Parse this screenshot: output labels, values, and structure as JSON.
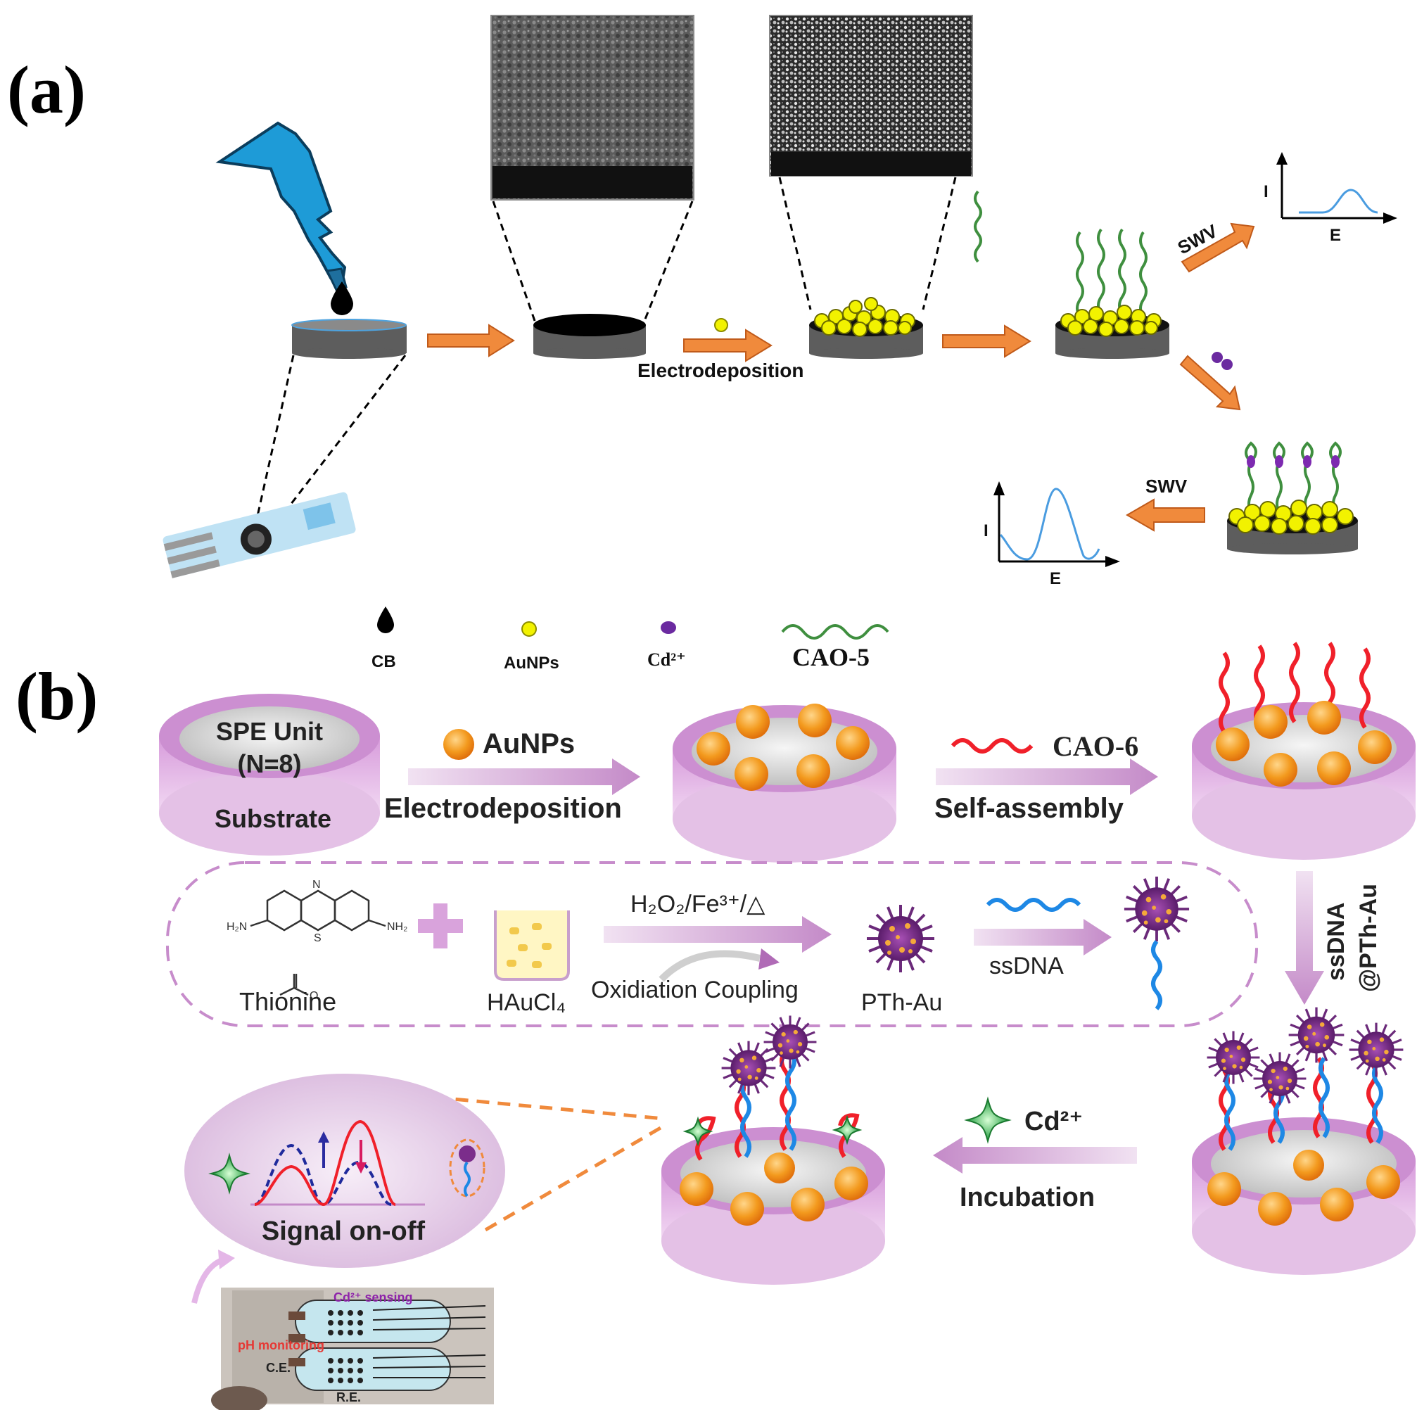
{
  "panel_a": {
    "label": "(a)",
    "electrodeposition_label": "Electrodeposition",
    "swv_top": "SWV",
    "swv_bottom": "SWV",
    "axis_i": "I",
    "axis_e": "E",
    "legend": {
      "cb": "CB",
      "aunps": "AuNPs",
      "cd": "Cd²⁺",
      "cao5": "CAO-5"
    }
  },
  "panel_b": {
    "label": "(b)",
    "spe_unit": "SPE Unit",
    "spe_n": "(N=8)",
    "substrate": "Substrate",
    "aunps": "AuNPs",
    "electrodeposition": "Electrodeposition",
    "cao6": "CAO-6",
    "self_assembly": "Self-assembly",
    "ssdna_pth_line1": "ssDNA",
    "ssdna_pth_line2": "@PTh-Au",
    "thionine": "Thionine",
    "hauc": "HAuCl₄",
    "h2o2": "H₂O₂/Fe³⁺/△",
    "oxidation_coupling": "Oxidiation Coupling",
    "pth_au": "PTh-Au",
    "ssdna": "ssDNA",
    "cd": "Cd²⁺",
    "incubation": "Incubation",
    "signal": "Signal on-off",
    "photo_cd_sensing": "Cd²⁺ sensing",
    "photo_ph": "pH monitoring",
    "photo_ce": "C.E.",
    "photo_re": "R.E."
  },
  "colors": {
    "orange_arrow": "#f08a3c",
    "aunp_yellow": "#f2f200",
    "cao5_green": "#3f8f3f",
    "cao6_red": "#f0202a",
    "ssdna_blue": "#1e88e5",
    "pth_purple": "#7b2d8b",
    "disk_pink": "#d9a3dc",
    "gold_np": "#f39a1e"
  }
}
